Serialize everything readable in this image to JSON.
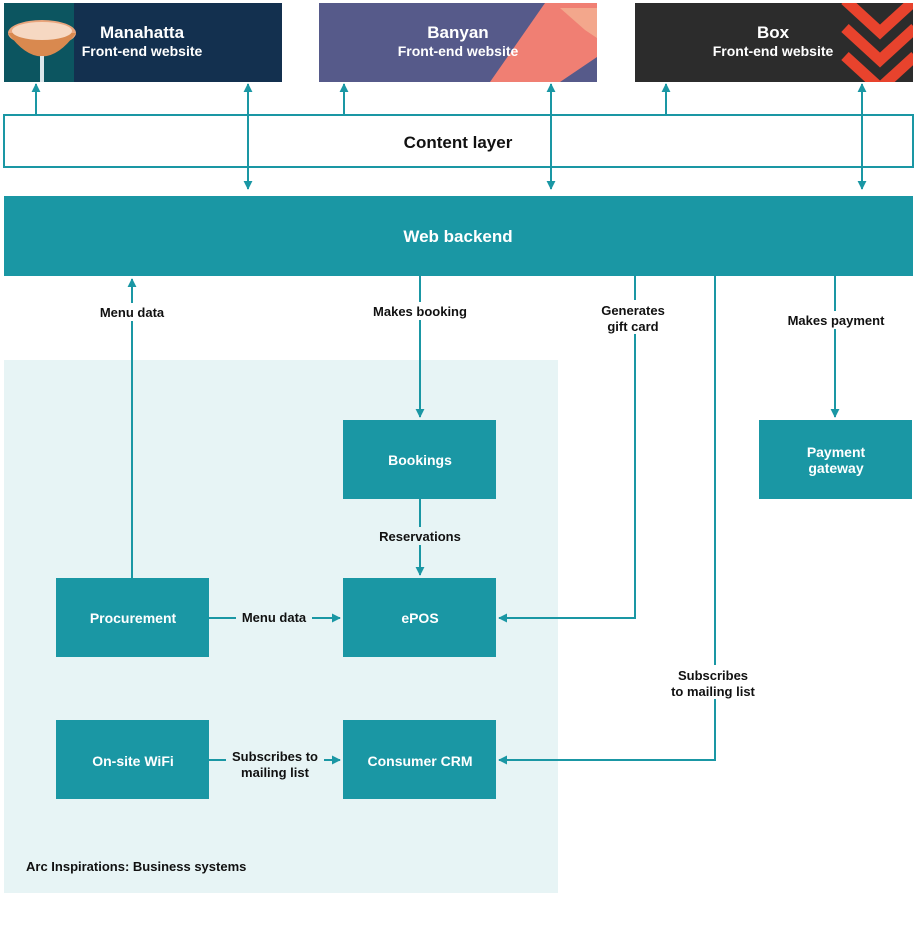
{
  "colors": {
    "teal": "#1a97a4",
    "light_region": "#e7f4f5",
    "manahatta_bg": "#13304f",
    "banyan_bg": "#565a8a",
    "banyan_accent": "#f07f73",
    "box_bg": "#2c2c2c",
    "box_accent": "#e8432d"
  },
  "sites": [
    {
      "name": "Manahatta",
      "subtitle": "Front-end website",
      "image": "cocktail-glass"
    },
    {
      "name": "Banyan",
      "subtitle": "Front-end website",
      "image": "coral-brush-stroke"
    },
    {
      "name": "Box",
      "subtitle": "Front-end website",
      "image": "chevron-pattern"
    }
  ],
  "layers": {
    "content": "Content layer",
    "backend": "Web backend"
  },
  "region_label": "Arc Inspirations: Business systems",
  "systems": {
    "bookings": "Bookings",
    "epos": "ePOS",
    "procurement": "Procurement",
    "wifi": "On-site WiFi",
    "crm": "Consumer CRM",
    "payment": [
      "Payment",
      "gateway"
    ]
  },
  "flows": {
    "menu_data_up": "Menu data",
    "makes_booking": "Makes booking",
    "generates_gift_card": [
      "Generates",
      "gift card"
    ],
    "makes_payment": "Makes payment",
    "reservations": "Reservations",
    "menu_data": "Menu data",
    "subscribes_crm": [
      "Subscribes",
      "to mailing list"
    ],
    "subscribes_wifi": [
      "Subscribes to",
      "mailing list"
    ]
  }
}
